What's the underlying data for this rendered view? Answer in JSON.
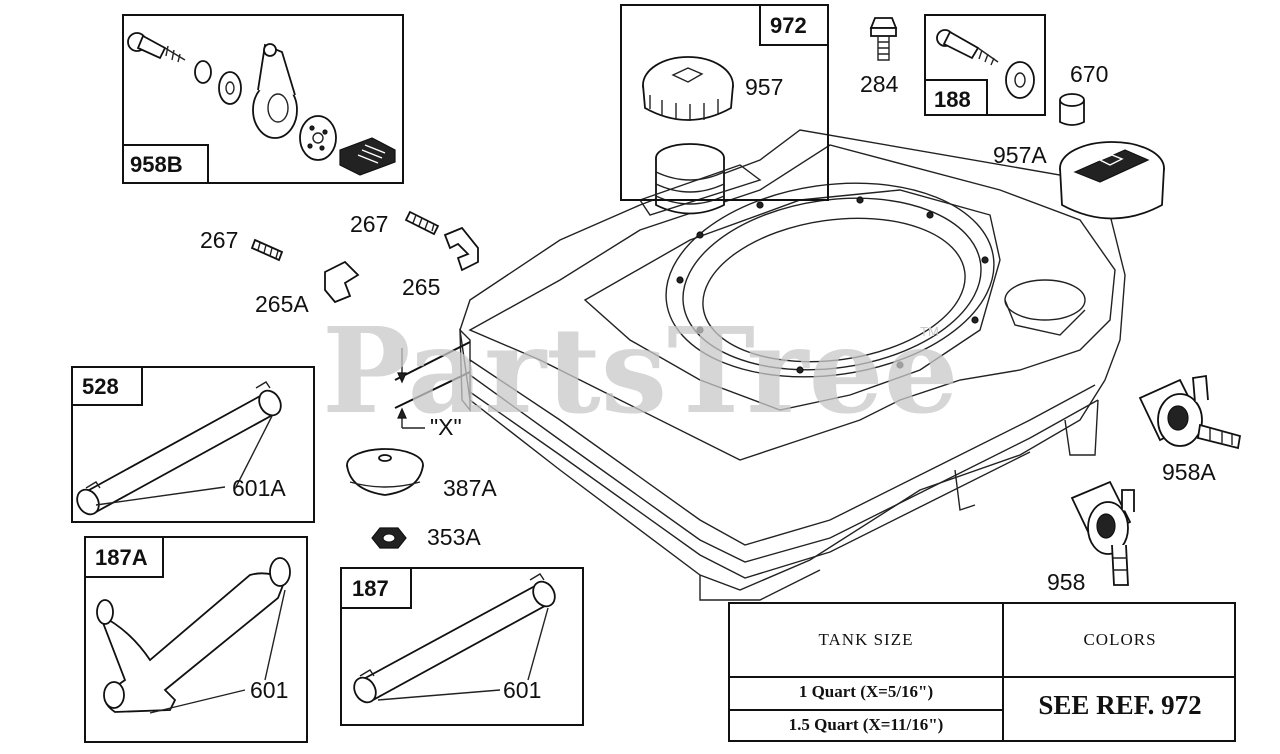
{
  "watermark": {
    "text": "PartsTree",
    "tm": "TM"
  },
  "dimension_marker": "\"X\"",
  "part_labels": {
    "p957": "957",
    "p284": "284",
    "p670": "670",
    "p957A": "957A",
    "p267a": "267",
    "p267b": "267",
    "p265": "265",
    "p265A": "265A",
    "p601A": "601A",
    "p387A": "387A",
    "p353A": "353A",
    "p601a": "601",
    "p601b": "601",
    "p958A": "958A",
    "p958": "958"
  },
  "boxes": {
    "b958B": "958B",
    "b972": "972",
    "b188": "188",
    "b528": "528",
    "b187A": "187A",
    "b187": "187"
  },
  "table": {
    "headers": [
      "TANK SIZE",
      "COLORS"
    ],
    "rows": [
      "1 Quart (X=5/16\")",
      "1.5 Quart (X=11/16\")"
    ],
    "colors_value": "SEE REF. 972"
  }
}
